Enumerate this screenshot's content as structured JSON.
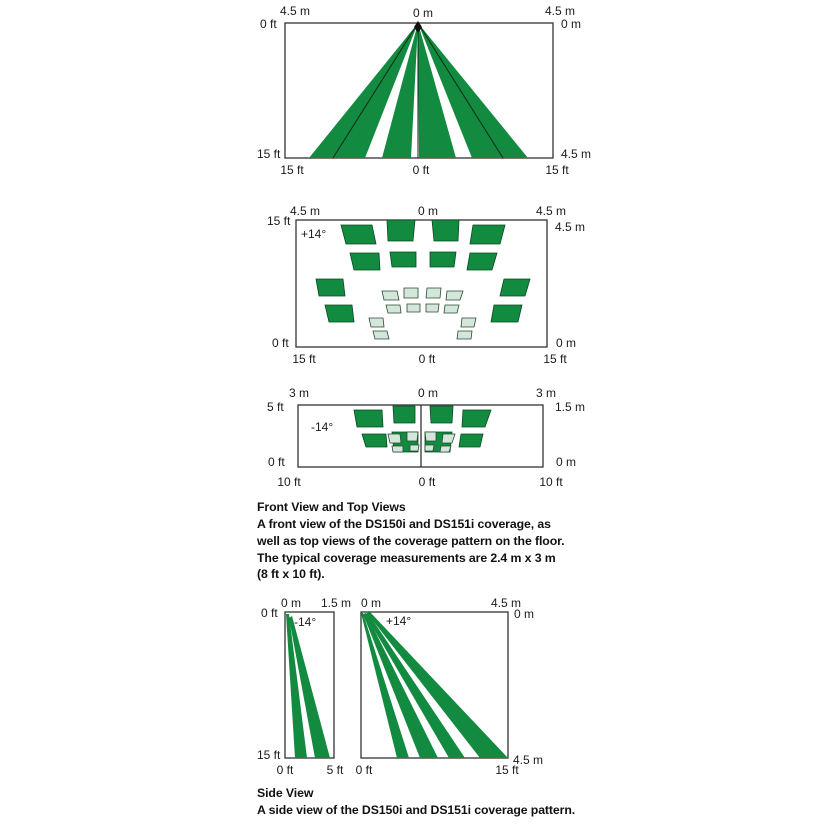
{
  "front_view": {
    "top_left_m": "4.5 m",
    "top_left_ft": "0 ft",
    "top_center_m": "0 m",
    "top_right_m": "4.5 m",
    "right_top_m": "0 m",
    "left_bottom_ft": "15 ft",
    "right_bottom_m": "4.5 m",
    "bottom_left_ft": "15 ft",
    "bottom_center_ft": "0 ft",
    "bottom_right_ft": "15 ft"
  },
  "top_view_plus": {
    "top_left_m": "4.5 m",
    "left_top_ft": "15 ft",
    "top_center_m": "0 m",
    "top_right_m": "4.5 m",
    "right_top_m": "4.5 m",
    "angle": "+14°",
    "left_bottom_ft": "0 ft",
    "right_bottom_m": "0 m",
    "bottom_left_ft": "15 ft",
    "bottom_center_ft": "0 ft",
    "bottom_right_ft": "15 ft"
  },
  "top_view_minus": {
    "top_left_m": "3 m",
    "top_center_m": "0 m",
    "top_right_m": "3 m",
    "left_top_ft": "5 ft",
    "right_top_m": "1.5 m",
    "angle": "-14°",
    "left_bottom_ft": "0 ft",
    "right_bottom_m": "0 m",
    "bottom_left_ft": "10 ft",
    "bottom_center_ft": "0 ft",
    "bottom_right_ft": "10 ft"
  },
  "caption_front": {
    "title": "Front View and Top Views",
    "lines": [
      "A front view of the DS150i and DS151i coverage, as",
      "well as top views of the coverage pattern on the floor.",
      "The typical coverage measurements are 2.4 m x 3 m",
      "(8 ft x 10 ft)."
    ]
  },
  "side_view_minus": {
    "top_left_m": "0 m",
    "top_right_m": "1.5 m",
    "left_top_ft": "0 ft",
    "angle": "-14°",
    "left_bottom_ft": "15 ft",
    "bottom_left_ft": "0 ft",
    "bottom_right_ft": "5 ft"
  },
  "side_view_plus": {
    "top_left_m": "0 m",
    "top_right_m": "4.5 m",
    "right_top_m": "0 m",
    "angle": "+14°",
    "right_bottom_m": "4.5 m",
    "bottom_left_ft": "0 ft",
    "bottom_right_ft": "15 ft"
  },
  "caption_side": {
    "title": "Side View",
    "lines": [
      "A side view of the DS150i and DS151i coverage pattern."
    ]
  },
  "colors": {
    "coverage_green": "#128a3f",
    "light_zone": "#d3e6d9"
  }
}
